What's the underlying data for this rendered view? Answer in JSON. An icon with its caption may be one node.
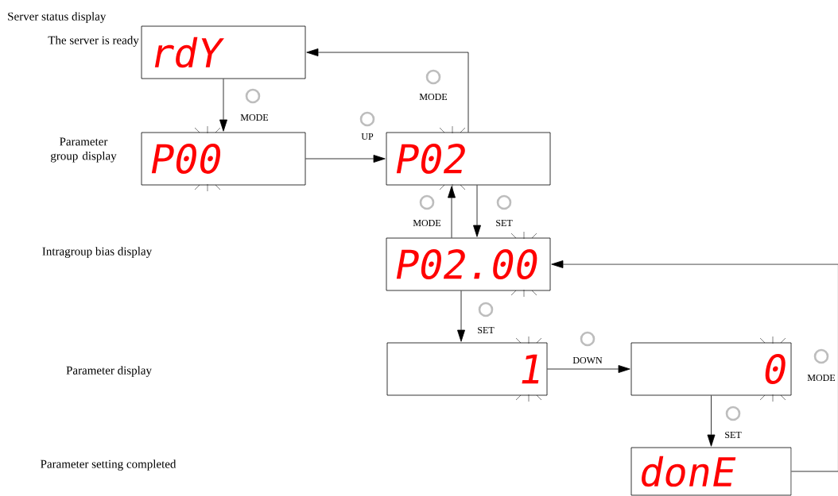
{
  "diagram": {
    "nodes": [
      {
        "text": [
          "rdY"
        ],
        "beside": [
          "The server is ready"
        ]
      },
      {
        "text": [
          "P00"
        ],
        "beside": [
          "Parameter group display"
        ]
      },
      {
        "text": [
          "P02"
        ]
      },
      {
        "text": [
          "P02.00"
        ]
      },
      {
        "text": [
          "1"
        ]
      },
      {
        "text": [
          "0"
        ]
      },
      {
        "text": [
          "donE"
        ]
      }
    ],
    "edges": [
      {
        "from": 0,
        "to": 1,
        "arrow": "to",
        "label": "MODE"
      },
      {
        "from": 1,
        "to": 2,
        "arrow": "to",
        "label": "UP"
      },
      {
        "from": 2,
        "to": 0,
        "arrow": "to",
        "label": "MODE"
      },
      {
        "from": 2,
        "to": 3,
        "arrow": "to",
        "label": "SET"
      },
      {
        "from": 3,
        "to": 2,
        "arrow": "to",
        "label": "MODE"
      },
      {
        "from": 3,
        "to": 4,
        "arrow": "to",
        "label": "SET"
      },
      {
        "from": 4,
        "to": 5,
        "arrow": "to",
        "label": "DOWN"
      },
      {
        "from": 5,
        "to": 6,
        "arrow": "to",
        "label": "SET"
      },
      {
        "from": 6,
        "to": 3,
        "arrow": "to",
        "label": "MODE"
      }
    ],
    "labels": [
      "Server status display",
      "Intragroup bias display",
      "Parameter display",
      "Parameter setting completed"
    ]
  }
}
